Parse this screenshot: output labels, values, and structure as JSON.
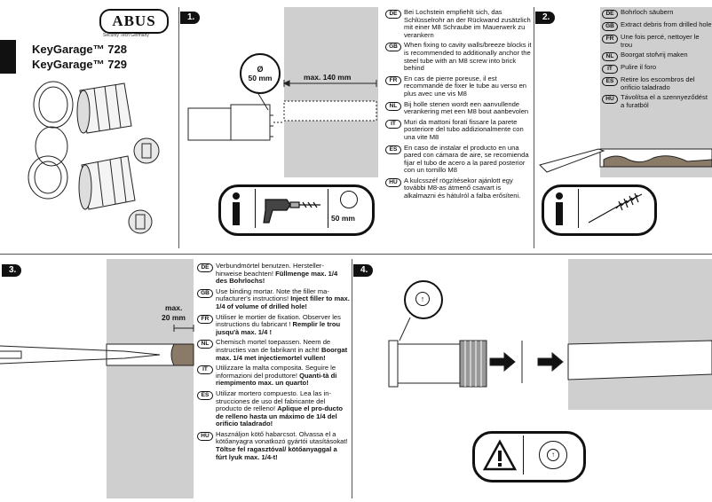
{
  "brand": {
    "logo_text": "ABUS",
    "logo_tagline": "Security Tech Germany",
    "product_line_1": "KeyGarage™ 728",
    "product_line_2": "KeyGarage™ 729"
  },
  "steps": {
    "s1": "1.",
    "s2": "2.",
    "s3": "3.",
    "s4": "4."
  },
  "panel1": {
    "diameter_symbol": "Ø",
    "diameter_value": "50 mm",
    "max_depth": "max. 140 mm",
    "info_dimension": "50 mm",
    "texts": [
      {
        "code": "DE",
        "text": "Bei Lochstein empfiehlt sich, das Schlüsselrohr an der Rückwand zusätzlich mit einer M8 Schraube im Mauerwerk zu verankern"
      },
      {
        "code": "GB",
        "text": "When fixing to cavity walls/breeze blocks it is recommended to additionally anchor the steel tube with an M8 screw into brick behind"
      },
      {
        "code": "FR",
        "text": "En cas de pierre poreuse, il est recommandé de fixer le tube au verso en plus avec une vis M8"
      },
      {
        "code": "NL",
        "text": "Bij holle stenen wordt een aanvullende verankering met een M8 bout aanbevolen"
      },
      {
        "code": "IT",
        "text": "Muri da mattoni forati fissare la parete posteriore del tubo addizionalmente con una vite M8"
      },
      {
        "code": "ES",
        "text": "En caso de instalar el producto en una pared con cámara de aire, se recomienda fijar el tubo de acero a la pared posterior con un tornillo M8"
      },
      {
        "code": "HU",
        "text": "A kulcsszéf rögzítésekor ajánlott egy további M8-as átmenő csavart is alkalmazni és hátulról a falba erősíteni."
      }
    ]
  },
  "panel2": {
    "texts": [
      {
        "code": "DE",
        "text": "Bohrloch säubern"
      },
      {
        "code": "GB",
        "text": "Extract debris from drilled hole"
      },
      {
        "code": "FR",
        "text": "Une fois percé, nettoyer le trou"
      },
      {
        "code": "NL",
        "text": "Boorgat stofvrij maken"
      },
      {
        "code": "IT",
        "text": "Pulire il foro"
      },
      {
        "code": "ES",
        "text": "Retire los escombros del orificio taladrado"
      },
      {
        "code": "HU",
        "text": "Távolítsa el a szennyeződést a furatból"
      }
    ]
  },
  "panel3": {
    "max_label": "max.",
    "max_value": "20 mm",
    "texts": [
      {
        "code": "DE",
        "text": "Verbundmörtel benutzen. Hersteller-hinweise beachten! ",
        "bold": "Füllmenge max. 1/4 des Bohrlochs!"
      },
      {
        "code": "GB",
        "text": "Use binding mortar. Note the filler ma-nufacturer's instructions! ",
        "bold": "Inject filler to max. 1/4 of volume of drilled hole!"
      },
      {
        "code": "FR",
        "text": "Utiliser le mortier de fixation. Observer les instructions du fabricant ! ",
        "bold": "Remplir le trou jusqu'à max. 1/4 !"
      },
      {
        "code": "NL",
        "text": "Chemisch mortel toepassen. Neem de instructies van de fabrikant in acht! ",
        "bold": "Boorgat max. 1/4 met injectiemortel vullen!"
      },
      {
        "code": "IT",
        "text": "Utilizzare la malta composita. Seguire le informazioni del produttore! ",
        "bold": "Quanti-tà di riempimento max. un quarto!"
      },
      {
        "code": "ES",
        "text": "Utilizar mortero compuesto. Lea las in-strucciones de uso del fabricante del producto de relleno! ",
        "bold": "Aplique el pro-ducto de relleno hasta un máximo de 1/4 del orificio taladrado!"
      },
      {
        "code": "HU",
        "text": "Használjon kötő habarcsot. Olvassa el a kötőanyagra vonatkozó gyártói utasításokat! ",
        "bold": "Töltse fel ragasztóval/ kötőanyaggal a fúrt lyuk max. 1/4-t!"
      }
    ]
  }
}
